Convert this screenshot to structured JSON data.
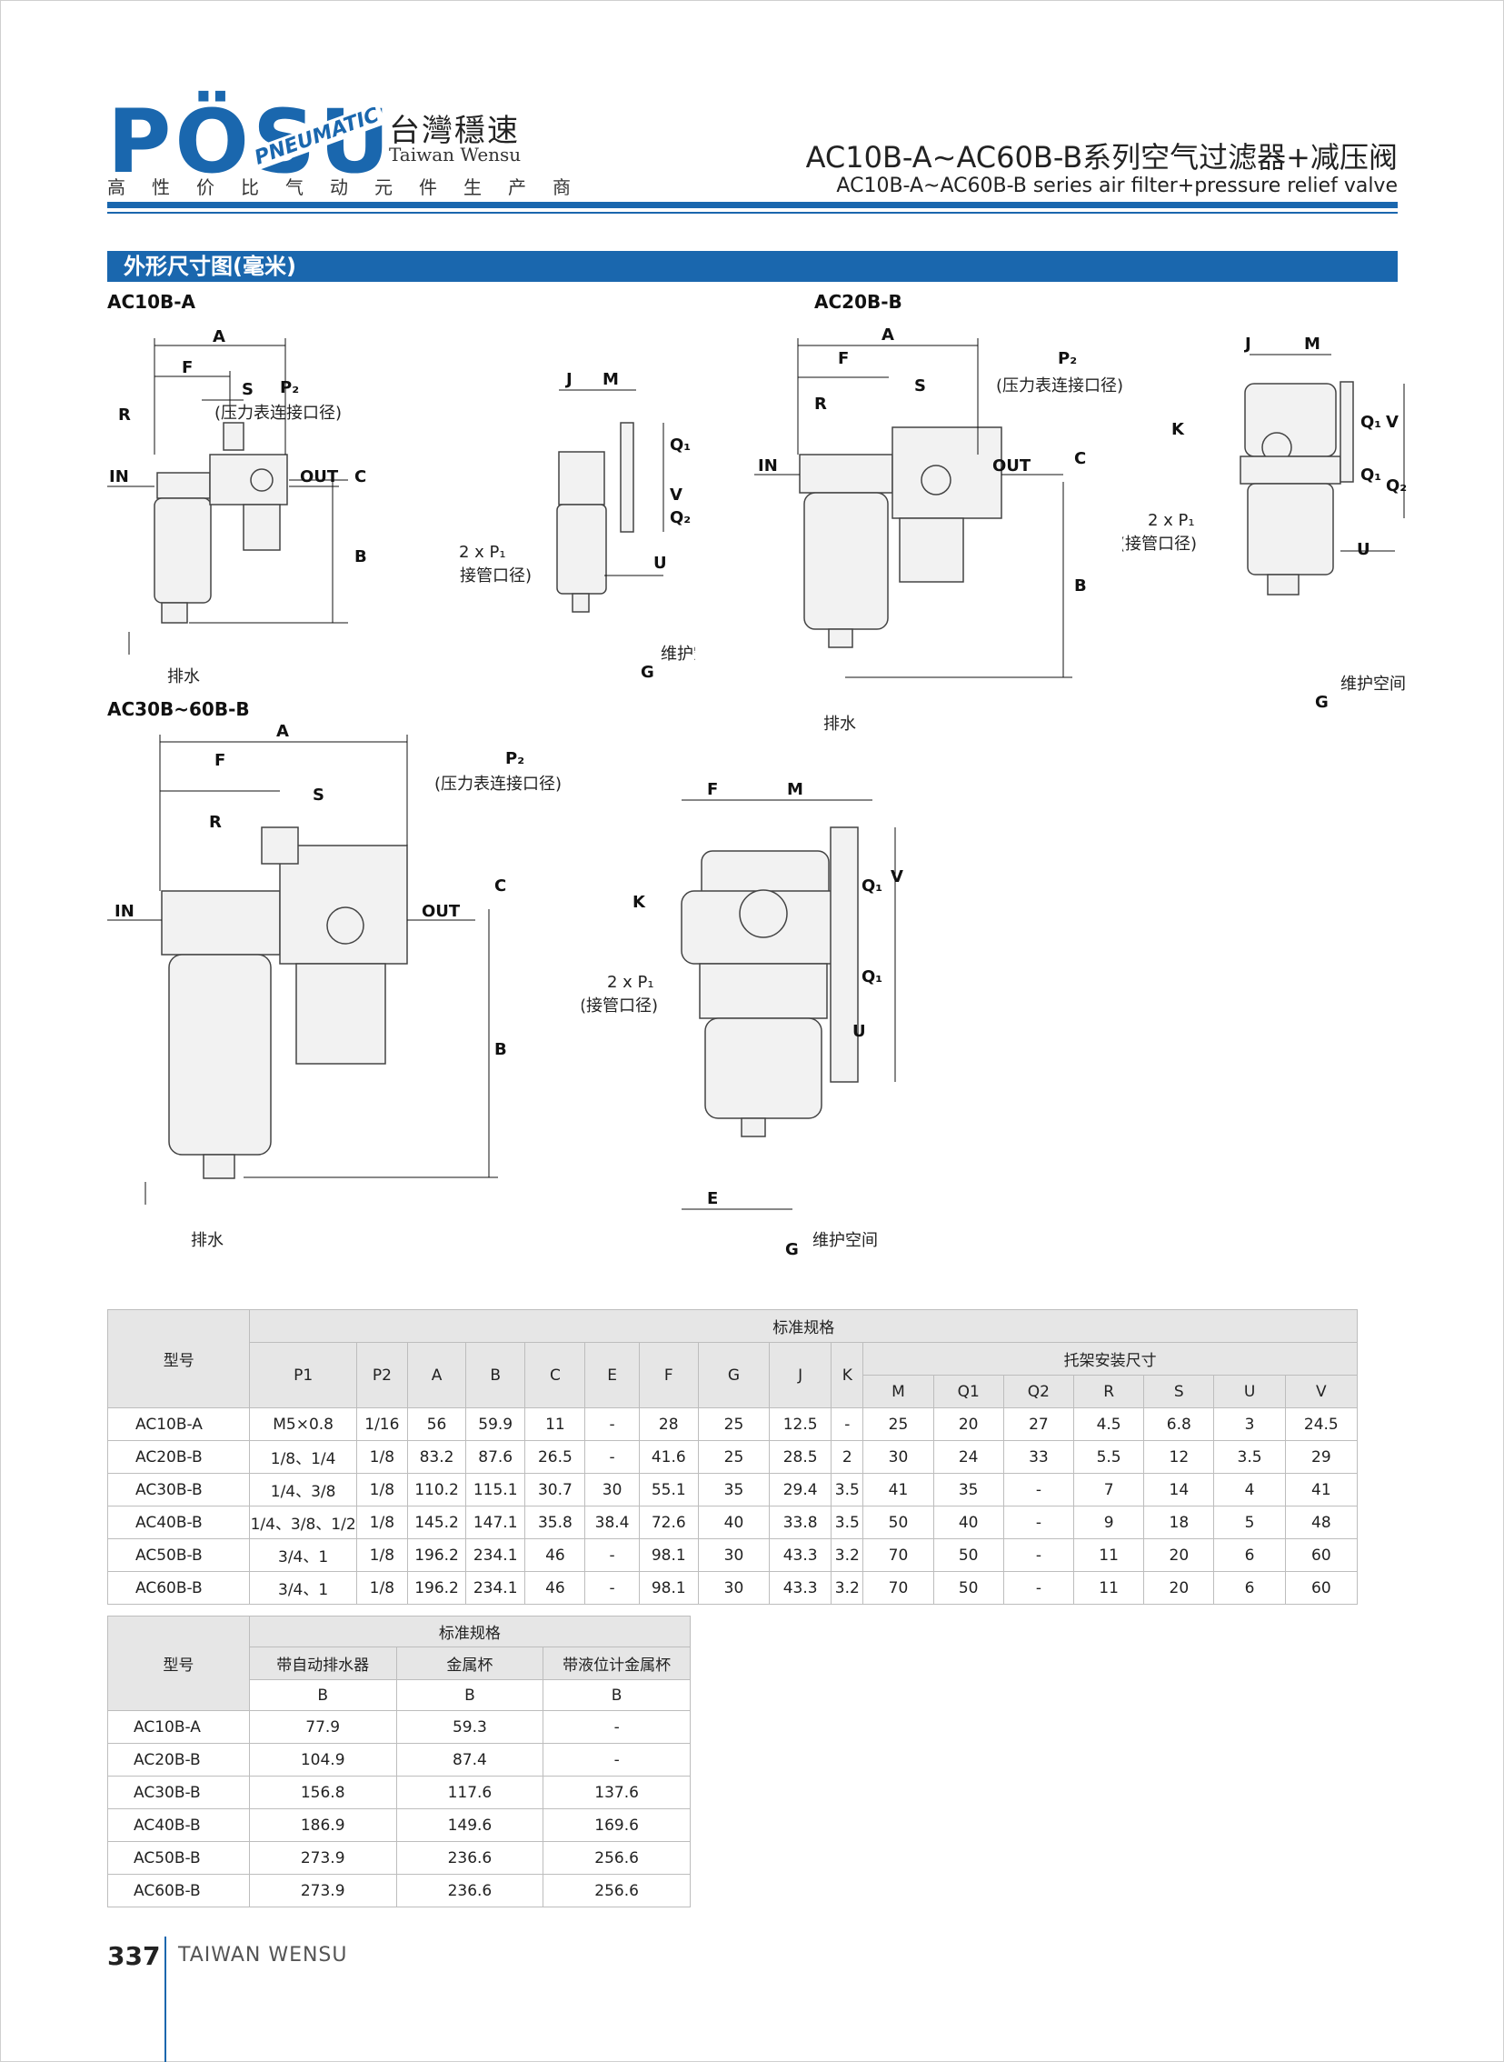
{
  "header": {
    "logo_text": "PÖSU",
    "logo_sub": "PNEUMATIC",
    "brand_cn": "台灣穩速",
    "brand_en": "Taiwan Wensu",
    "slogan": "高性价比气动元件生产商",
    "title_cn": "AC10B-A~AC60B-B系列空气过滤器+减压阀",
    "title_en": "AC10B-A~AC60B-B series air filter+pressure relief valve"
  },
  "section_title": "外形尺寸图(毫米)",
  "drawings": {
    "ac10_label": "AC10B-A",
    "ac20_label": "AC20B-B",
    "ac30_label": "AC30B~60B-B",
    "dims": {
      "A": "A",
      "B": "B",
      "C": "C",
      "E": "E",
      "F": "F",
      "G": "G",
      "J": "J",
      "K": "K",
      "M": "M",
      "R": "R",
      "S": "S",
      "U": "U",
      "V": "V",
      "Q1": "Q₁",
      "Q2": "Q₂",
      "P2": "P₂",
      "P1": "2 x P₁"
    },
    "in": "IN",
    "out": "OUT",
    "drain": "排水",
    "gauge_port": "(压力表连接口径)",
    "pipe_port": "(接管口径)",
    "maintenance": "维护空间"
  },
  "table1": {
    "model_header": "型号",
    "std_header": "标准规格",
    "bracket_header": "托架安装尺寸",
    "columns": [
      "P1",
      "P2",
      "A",
      "B",
      "C",
      "E",
      "F",
      "G",
      "J",
      "K"
    ],
    "bracket_columns": [
      "M",
      "Q1",
      "Q2",
      "R",
      "S",
      "U",
      "V"
    ],
    "rows": [
      {
        "model": "AC10B-A",
        "vals": [
          "M5×0.8",
          "1/16",
          "56",
          "59.9",
          "11",
          "-",
          "28",
          "25",
          "12.5",
          "-",
          "25",
          "20",
          "27",
          "4.5",
          "6.8",
          "3",
          "24.5"
        ]
      },
      {
        "model": "AC20B-B",
        "vals": [
          "1/8、1/4",
          "1/8",
          "83.2",
          "87.6",
          "26.5",
          "-",
          "41.6",
          "25",
          "28.5",
          "2",
          "30",
          "24",
          "33",
          "5.5",
          "12",
          "3.5",
          "29"
        ]
      },
      {
        "model": "AC30B-B",
        "vals": [
          "1/4、3/8",
          "1/8",
          "110.2",
          "115.1",
          "30.7",
          "30",
          "55.1",
          "35",
          "29.4",
          "3.5",
          "41",
          "35",
          "-",
          "7",
          "14",
          "4",
          "41"
        ]
      },
      {
        "model": "AC40B-B",
        "vals": [
          "1/4、3/8、1/2",
          "1/8",
          "145.2",
          "147.1",
          "35.8",
          "38.4",
          "72.6",
          "40",
          "33.8",
          "3.5",
          "50",
          "40",
          "-",
          "9",
          "18",
          "5",
          "48"
        ]
      },
      {
        "model": "AC50B-B",
        "vals": [
          "3/4、1",
          "1/8",
          "196.2",
          "234.1",
          "46",
          "-",
          "98.1",
          "30",
          "43.3",
          "3.2",
          "70",
          "50",
          "-",
          "11",
          "20",
          "6",
          "60"
        ]
      },
      {
        "model": "AC60B-B",
        "vals": [
          "3/4、1",
          "1/8",
          "196.2",
          "234.1",
          "46",
          "-",
          "98.1",
          "30",
          "43.3",
          "3.2",
          "70",
          "50",
          "-",
          "11",
          "20",
          "6",
          "60"
        ]
      }
    ]
  },
  "table2": {
    "model_header": "型号",
    "std_header": "标准规格",
    "columns": [
      "带自动排水器",
      "金属杯",
      "带液位计金属杯"
    ],
    "sub": [
      "B",
      "B",
      "B"
    ],
    "rows": [
      {
        "model": "AC10B-A",
        "vals": [
          "77.9",
          "59.3",
          "-"
        ]
      },
      {
        "model": "AC20B-B",
        "vals": [
          "104.9",
          "87.4",
          "-"
        ]
      },
      {
        "model": "AC30B-B",
        "vals": [
          "156.8",
          "117.6",
          "137.6"
        ]
      },
      {
        "model": "AC40B-B",
        "vals": [
          "186.9",
          "149.6",
          "169.6"
        ]
      },
      {
        "model": "AC50B-B",
        "vals": [
          "273.9",
          "236.6",
          "256.6"
        ]
      },
      {
        "model": "AC60B-B",
        "vals": [
          "273.9",
          "236.6",
          "256.6"
        ]
      }
    ]
  },
  "footer": {
    "page_number": "337",
    "brand": "TAIWAN WENSU"
  }
}
